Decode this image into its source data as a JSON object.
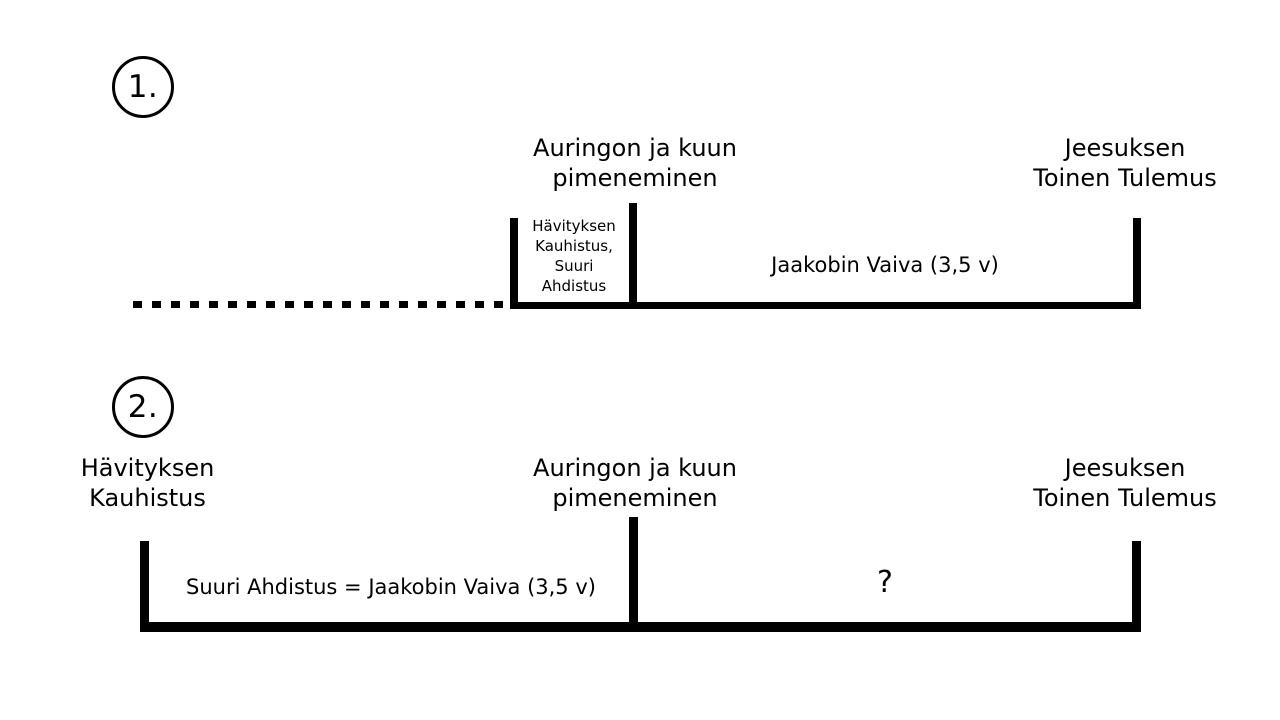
{
  "diagram": {
    "background_color": "#ffffff",
    "line_color": "#000000",
    "timelines": [
      {
        "badge": "1.",
        "start_marker_style": "dotted-continuation",
        "events": [
          {
            "label": "Auringon ja kuun\npimeneminen"
          },
          {
            "label": "Jeesuksen\nToinen Tulemus"
          }
        ],
        "segments": [
          {
            "label": "Hävityksen\nKauhistus,\nSuuri\nAhdistus"
          },
          {
            "label": "Jaakobin Vaiva (3,5 v)"
          }
        ]
      },
      {
        "badge": "2.",
        "start_marker_style": "solid",
        "events": [
          {
            "label": "Hävityksen\nKauhistus"
          },
          {
            "label": "Auringon ja kuun\npimeneminen"
          },
          {
            "label": "Jeesuksen\nToinen Tulemus"
          }
        ],
        "segments": [
          {
            "label": "Suuri Ahdistus = Jaakobin Vaiva (3,5 v)"
          },
          {
            "label": "?"
          }
        ]
      }
    ]
  }
}
